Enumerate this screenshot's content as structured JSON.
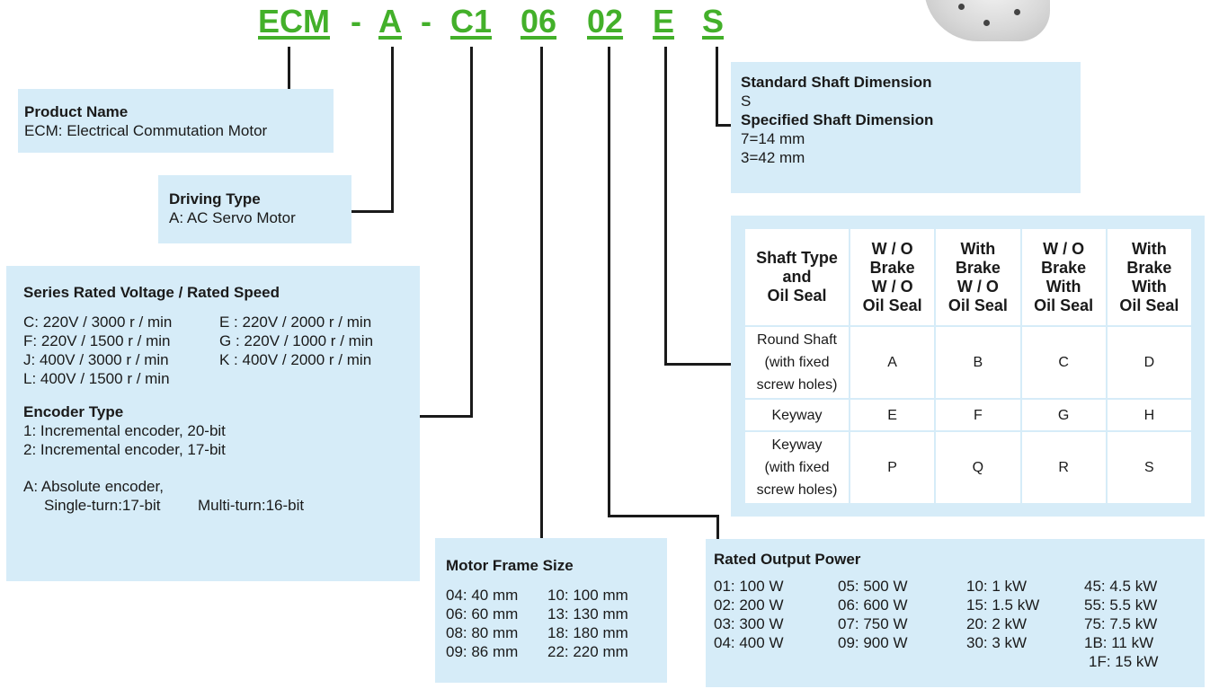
{
  "model_code": {
    "parts": [
      "ECM",
      "A",
      "C1",
      "06",
      "02",
      "E",
      "S"
    ],
    "separator": "-",
    "color": "#43b02a"
  },
  "box_color": "#d6ecf8",
  "product_name": {
    "title": "Product Name",
    "lines": [
      "ECM: Electrical Commutation Motor"
    ]
  },
  "driving_type": {
    "title": "Driving Type",
    "lines": [
      "A: AC Servo Motor"
    ]
  },
  "series": {
    "title": "Series Rated Voltage / Rated Speed",
    "rows": [
      [
        "C: 220V / 3000 r / min",
        "E : 220V / 2000 r / min"
      ],
      [
        "F: 220V / 1500 r / min",
        "G : 220V / 1000 r / min"
      ],
      [
        "J: 400V / 3000 r / min",
        "K : 400V / 2000 r / min"
      ],
      [
        "L: 400V / 1500 r / min",
        ""
      ]
    ],
    "encoder_title": "Encoder Type",
    "encoder_lines": [
      "1: Incremental encoder, 20-bit",
      "2: Incremental encoder, 17-bit"
    ],
    "absolute_line1": "A: Absolute encoder,",
    "absolute_line2a": "Single-turn:17-bit",
    "absolute_line2b": "Multi-turn:16-bit"
  },
  "frame_size": {
    "title": "Motor Frame Size",
    "rows": [
      [
        "04: 40 mm",
        "10: 100 mm"
      ],
      [
        "06: 60 mm",
        "13: 130 mm"
      ],
      [
        "08: 80 mm",
        "18: 180 mm"
      ],
      [
        "09: 86 mm",
        "22: 220 mm"
      ]
    ]
  },
  "output_power": {
    "title": "Rated Output Power",
    "rows": [
      [
        "01: 100 W",
        "05: 500 W",
        "10: 1 kW",
        "45: 4.5 kW"
      ],
      [
        "02: 200 W",
        "06: 600 W",
        "15: 1.5 kW",
        "55: 5.5 kW"
      ],
      [
        "03: 300 W",
        "07: 750 W",
        "20: 2 kW",
        "75: 7.5 kW"
      ],
      [
        "04: 400 W",
        "09: 900 W",
        "30: 3 kW",
        "1B: 11 kW"
      ],
      [
        "",
        "",
        "",
        "1F: 15 kW"
      ]
    ]
  },
  "shaft_dimension": {
    "standard_title": "Standard Shaft Dimension",
    "standard_value": "S",
    "specified_title": "Specified Shaft Dimension",
    "specified_values": [
      "7=14 mm",
      "3=42 mm"
    ]
  },
  "shaft_table": {
    "header": [
      [
        "Shaft Type",
        "and",
        "Oil Seal"
      ],
      [
        "W / O",
        "Brake",
        "W / O",
        "Oil Seal"
      ],
      [
        "With",
        "Brake",
        "W / O",
        "Oil Seal"
      ],
      [
        "W / O",
        "Brake",
        "With",
        "Oil Seal"
      ],
      [
        "With",
        "Brake",
        "With",
        "Oil Seal"
      ]
    ],
    "rows": [
      {
        "type": [
          "Round Shaft",
          "(with fixed",
          "screw holes)"
        ],
        "codes": [
          "A",
          "B",
          "C",
          "D"
        ]
      },
      {
        "type": [
          "Keyway"
        ],
        "codes": [
          "E",
          "F",
          "G",
          "H"
        ]
      },
      {
        "type": [
          "Keyway",
          "(with fixed",
          "screw holes)"
        ],
        "codes": [
          "P",
          "Q",
          "R",
          "S"
        ]
      }
    ]
  },
  "image": {
    "icon": "servo-motor-icon"
  }
}
